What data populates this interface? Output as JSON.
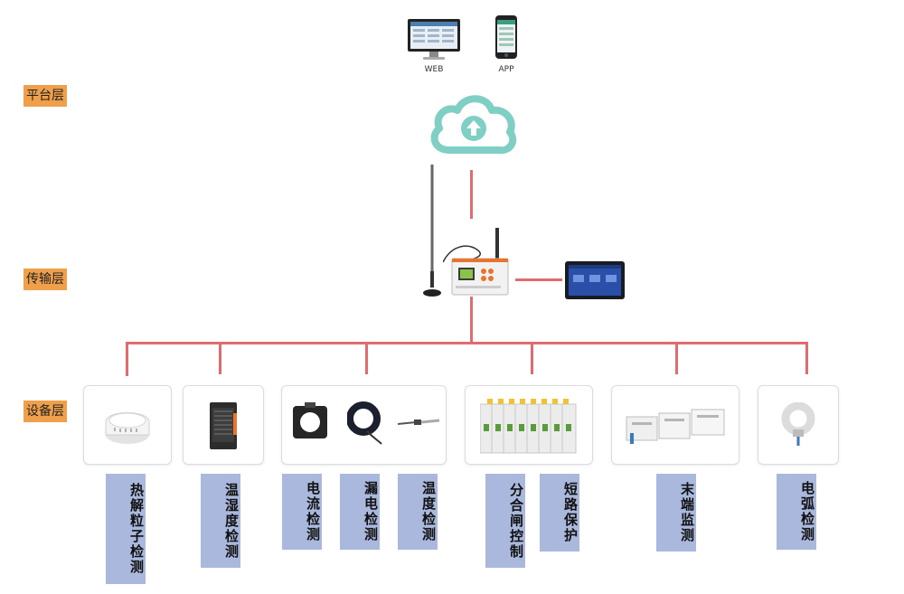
{
  "layers": {
    "platform": "平台层",
    "transport": "传输层",
    "device": "设备层"
  },
  "clients": {
    "web": "WEB",
    "app": "APP"
  },
  "device_labels": [
    "热解粒子检测",
    "温湿度检测",
    "电流检测",
    "漏电检测",
    "温度检测",
    "分合闸控制",
    "短路保护",
    "末端监测",
    "电弧检测"
  ],
  "colors": {
    "layer_label_bg": "#f0a04b",
    "connector_line": "#e26b6f",
    "device_label_bg": "#a9b8dc",
    "cloud": "#7fcfc4"
  },
  "icons": [
    "monitor-icon",
    "phone-icon",
    "cloud-upload-icon",
    "antenna-icon",
    "gateway-icon",
    "touchscreen-icon",
    "smoke-detector-icon",
    "humidity-sensor-icon",
    "current-transformer-icon",
    "leakage-transformer-icon",
    "temperature-probe-icon",
    "circuit-breaker-icon",
    "terminal-monitor-icon",
    "arc-sensor-icon"
  ]
}
